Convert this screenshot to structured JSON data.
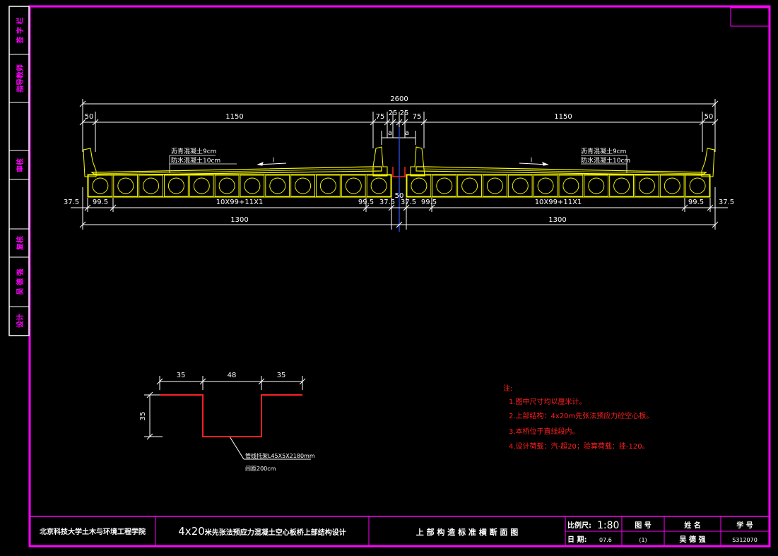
{
  "window": {
    "background": "#000000",
    "frame_color": "#ff00ff"
  },
  "side_panel": {
    "cells": [
      "签 字 栏",
      "指导教师",
      "审核",
      "复核",
      "吴 德 强",
      "设计"
    ]
  },
  "dimensions": {
    "top_total": "2600",
    "top_segments": [
      "50",
      "1150",
      "75",
      "25",
      "25",
      "75",
      "1150",
      "50"
    ],
    "a_left": "a",
    "a_right": "a",
    "bottom_segments_left": [
      "37.5",
      "99.5",
      "10X99+11X1",
      "99.5",
      "37.5"
    ],
    "bottom_segments_right": [
      "37.5",
      "99.5",
      "10X99+11X1",
      "99.5",
      "37.5"
    ],
    "center_gap": "50",
    "bottom_totals": [
      "1300",
      "1300"
    ]
  },
  "labels": {
    "pave_left_1": "沥青混凝土9cm",
    "pave_left_2": "防水混凝土10cm",
    "pave_right_1": "沥青混凝土9cm",
    "pave_right_2": "防水混凝土10cm",
    "slope_left": "i",
    "slope_right": "i"
  },
  "detail": {
    "top_dims": [
      "35",
      "48",
      "35"
    ],
    "side_dim": "35",
    "callout_1": "管线托架L45X5X2180mm",
    "callout_2": "间距200cm"
  },
  "notes": {
    "title": "注:",
    "items": [
      "1.图中尺寸均以厘米计。",
      "2.上部结构：4x20m先张法预应力砼空心板。",
      "3.本桥位于直线段内。",
      "4.设计荷载：汽-超20；验算荷载：挂-120。"
    ]
  },
  "title_block": {
    "school": "北京科技大学土木与环境工程学院",
    "project_prefix": "4x20",
    "project_suffix": "米先张法预应力混凝土空心板桥上部结构设计",
    "drawing_title": "上 部 构 造 标 准 横 断 面 图",
    "scale_label": "比例尺:",
    "scale_value": "1:80",
    "date_label": "日  期:",
    "date_value": "07.6",
    "drawing_no_label": "图  号",
    "drawing_no_value": "(1)",
    "name_label": "姓  名",
    "name_value": "吴 德 强",
    "student_no_label": "学  号",
    "student_no_value": "S312070"
  }
}
